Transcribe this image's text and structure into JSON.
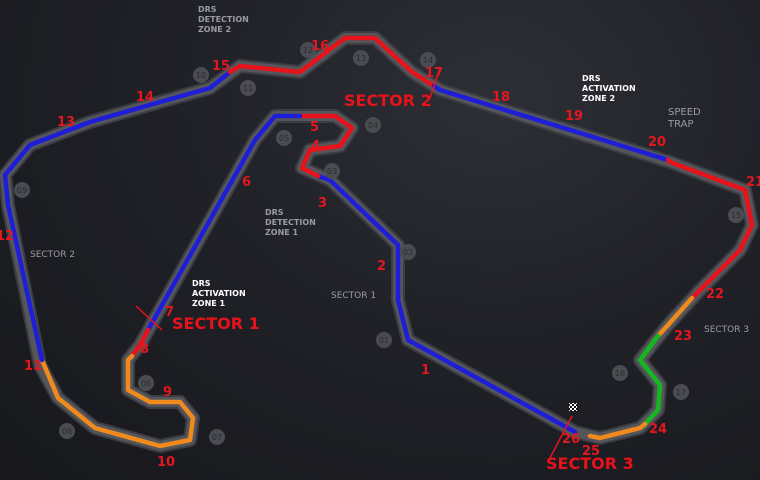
{
  "colors": {
    "track": "#54565c",
    "track_edge": "#3b3d42",
    "sector_fast": "#1e1ed8",
    "sector_red": "#e8121a",
    "sector_orange": "#f08a1c",
    "sector_green": "#14b81e",
    "turn_text": "#e4161e",
    "label_white": "#ffffff",
    "label_grey": "#9a9ca2",
    "marker_fill": "#4a4c52",
    "marker_text": "#2a2b30"
  },
  "turns": [
    "1",
    "2",
    "3",
    "4",
    "5",
    "6",
    "7",
    "8",
    "9",
    "10",
    "11",
    "12",
    "13",
    "14",
    "15",
    "16",
    "17",
    "18",
    "19",
    "20",
    "21",
    "22",
    "23",
    "24",
    "25",
    "26"
  ],
  "markers": [
    "01",
    "02",
    "03",
    "04",
    "05",
    "06",
    "07",
    "08",
    "09",
    "10",
    "11",
    "12",
    "13",
    "14",
    "15",
    "16",
    "17"
  ],
  "sector_labels": {
    "s1": "SECTOR 1",
    "s2": "SECTOR 2",
    "s3": "SECTOR 3"
  },
  "sector_small": {
    "s1": "SECTOR 1",
    "s2": "SECTOR 2",
    "s3": "SECTOR 3"
  },
  "zones": {
    "drs_detect_2": [
      "DRS",
      "DETECTION",
      "ZONE 2"
    ],
    "drs_act_2": [
      "DRS",
      "ACTIVATION",
      "ZONE 2"
    ],
    "drs_detect_1": [
      "DRS",
      "DETECTION",
      "ZONE 1"
    ],
    "drs_act_1": [
      "DRS",
      "ACTIVATION",
      "ZONE 1"
    ]
  },
  "speed_trap": [
    "SPEED",
    "TRAP"
  ],
  "icons": {
    "start_finish": "checkered-flag-icon"
  }
}
